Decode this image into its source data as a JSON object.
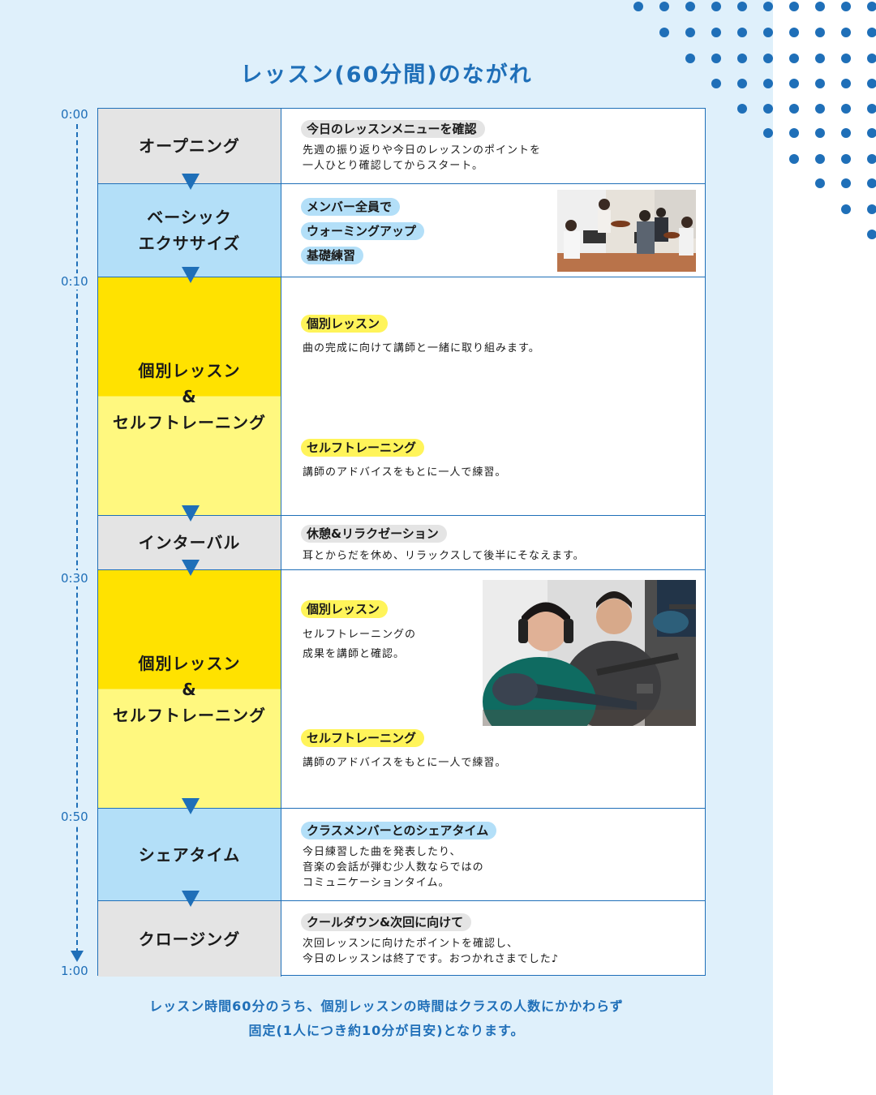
{
  "title": "レッスン(60分間)のながれ",
  "times": [
    "0:00",
    "0:10",
    "0:30",
    "0:50",
    "1:00"
  ],
  "rows": [
    {
      "label": "オープニング",
      "tags": [
        "今日のレッスンメニューを確認"
      ],
      "descs": [
        "先週の振り返りや今日のレッスンのポイントを\n一人ひとり確認してからスタート。"
      ]
    },
    {
      "label": "ベーシック\nエクササイズ",
      "tags": [
        "メンバー全員で",
        "ウォーミングアップ",
        "基礎練習"
      ]
    },
    {
      "label": "個別レッスン\n&\nセルフトレーニング",
      "tags": [
        "個別レッスン",
        "セルフトレーニング"
      ],
      "descs": [
        "曲の完成に向けて講師と一緒に取り組みます。",
        "講師のアドバイスをもとに一人で練習。"
      ]
    },
    {
      "label": "インターバル",
      "tags": [
        "休憩&リラクゼーション"
      ],
      "descs": [
        "耳とからだを休め、リラックスして後半にそなえます。"
      ]
    },
    {
      "label": "個別レッスン\n&\nセルフトレーニング",
      "tags": [
        "個別レッスン",
        "セルフトレーニング"
      ],
      "descs": [
        "セルフトレーニングの\n成果を講師と確認。",
        "講師のアドバイスをもとに一人で練習。"
      ]
    },
    {
      "label": "シェアタイム",
      "tags": [
        "クラスメンバーとのシェアタイム"
      ],
      "descs": [
        "今日練習した曲を発表したり、\n音楽の会話が弾む少人数ならではの\nコミュニケーションタイム。"
      ]
    },
    {
      "label": "クロージング",
      "tags": [
        "クールダウン&次回に向けて"
      ],
      "descs": [
        "次回レッスンに向けたポイントを確認し、\n今日のレッスンは終了です。おつかれさまでした♪"
      ]
    }
  ],
  "footer": "レッスン時間60分のうち、個別レッスンの時間はクラスの人数にかかわらず\n固定(1人につき約10分が目安)となります。",
  "colors": {
    "accent": "#1f6fb8",
    "background": "#dff0fb",
    "gray_tag": "#e4e4e4",
    "blue_tag": "#b3dff8",
    "yellow_strong": "#ffe200",
    "yellow_light": "#fff87f"
  }
}
